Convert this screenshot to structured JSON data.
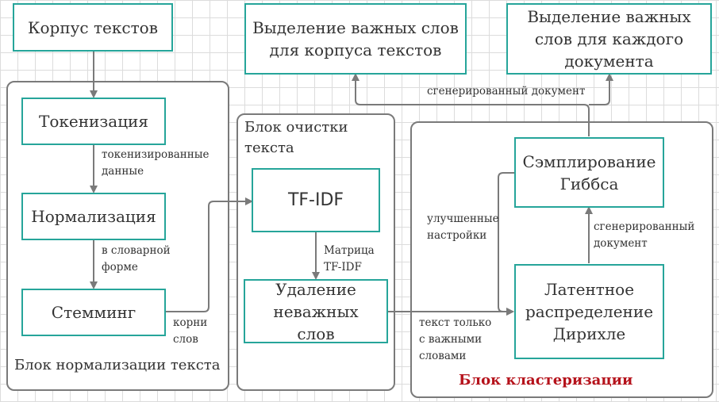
{
  "nodes": {
    "corpus": "Корпус текстов",
    "tokenization": "Токенизация",
    "normalization": "Нормализация",
    "stemming": "Стемминг",
    "tfidf": "TF-IDF",
    "removal": "Удаление неважных слов",
    "gibbs": "Сэмплирование Гиббса",
    "lda": "Латентное распределение Дирихле",
    "important_corpus": "Выделение важных слов для корпуса текстов",
    "important_doc": "Выделение важных слов для каждого документа"
  },
  "groups": {
    "normalization_block": "Блок нормализации текста",
    "cleaning_block": "Блок очистки текста",
    "clustering_block": "Блок кластеризации"
  },
  "edge_labels": {
    "tokenized": "токенизированные данные",
    "dictionary_form": "в словарной форме",
    "stems": "корни слов",
    "tfidf_matrix": "Матрица TF-IDF",
    "important_only": "текст только с важными словами",
    "improved_settings": "улучшенные настройки",
    "generated_doc_top": "сгенерированный документ",
    "generated_doc_right": "сгенерированный документ"
  },
  "colors": {
    "node_border": "#26a59a",
    "group_border": "#7a7a7a",
    "arrow": "#7a7a7a",
    "clustering_label": "#b5121b"
  }
}
